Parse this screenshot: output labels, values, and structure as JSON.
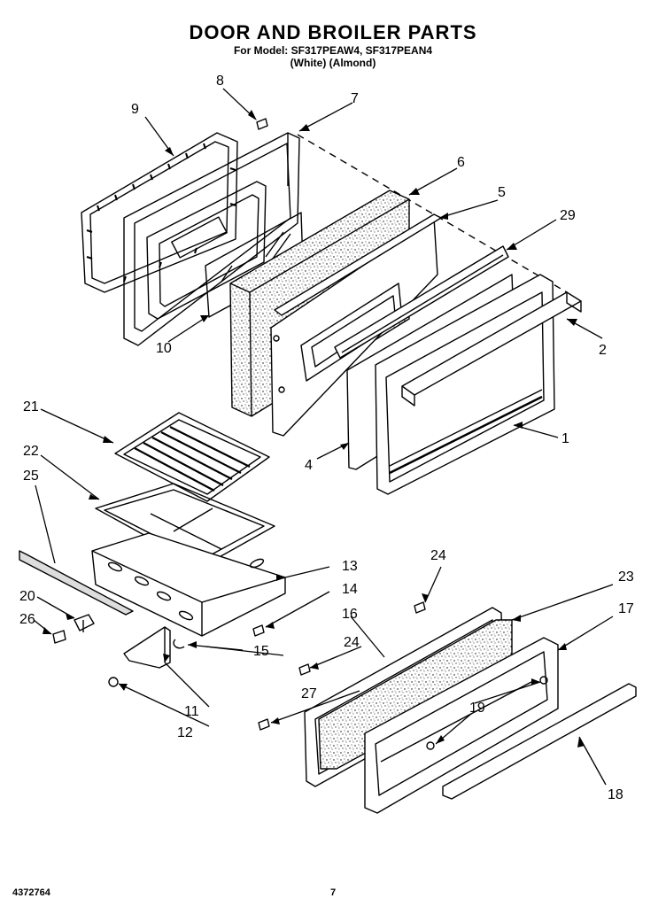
{
  "header": {
    "title": "DOOR AND BROILER PARTS",
    "models_line": "For Model: SF317PEAW4, SF317PEAN4",
    "colors_line": "(White)    (Almond)"
  },
  "footer": {
    "doc_number": "4372764",
    "page_number": "7"
  },
  "callouts": [
    "1",
    "2",
    "4",
    "5",
    "6",
    "7",
    "8",
    "9",
    "10",
    "11",
    "12",
    "13",
    "14",
    "15",
    "16",
    "17",
    "18",
    "19",
    "20",
    "21",
    "22",
    "23",
    "24",
    "24",
    "25",
    "26",
    "27",
    "29"
  ],
  "colors": {
    "line": "#000000",
    "background": "#ffffff",
    "insulation_speckle": "#000000"
  }
}
